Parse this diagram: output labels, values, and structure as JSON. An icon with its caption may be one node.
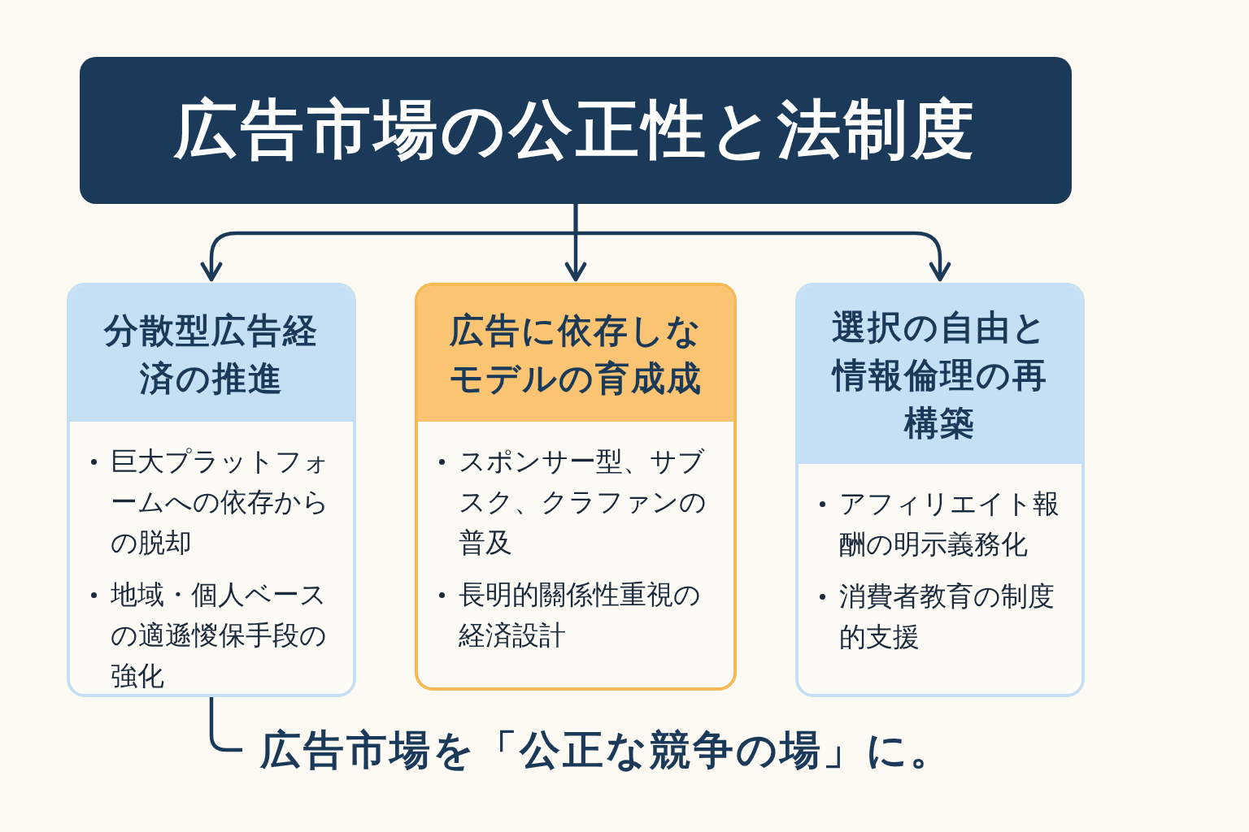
{
  "diagram": {
    "nodes": [
      {
        "text": [
          "広告市場の公正性と法制度"
        ]
      },
      {
        "text": [
          "分散型広告経済の推進",
          "巨大プラットフォームへの依存からの脱却",
          "地域・個人ベースの適遜惾保手段の強化"
        ]
      },
      {
        "text": [
          "広告に依存しなモデルの育成成",
          "スポンサー型、サブスク、クラファンの普及",
          "長明的關係性重視の経済設計"
        ]
      },
      {
        "text": [
          "選択の自由と情報倫理の再構築",
          "アフィリエイト報酬の明示義務化",
          "消費者教育の制度的支援"
        ]
      },
      {
        "text": [
          "広告市場を「公正な競争の場」に。"
        ]
      }
    ],
    "edges": [
      {
        "from": 0,
        "to": 1,
        "arrow": "to"
      },
      {
        "from": 0,
        "to": 2,
        "arrow": "to"
      },
      {
        "from": 0,
        "to": 3,
        "arrow": "to"
      },
      {
        "from": 1,
        "to": 4,
        "arrow": "none"
      }
    ]
  }
}
